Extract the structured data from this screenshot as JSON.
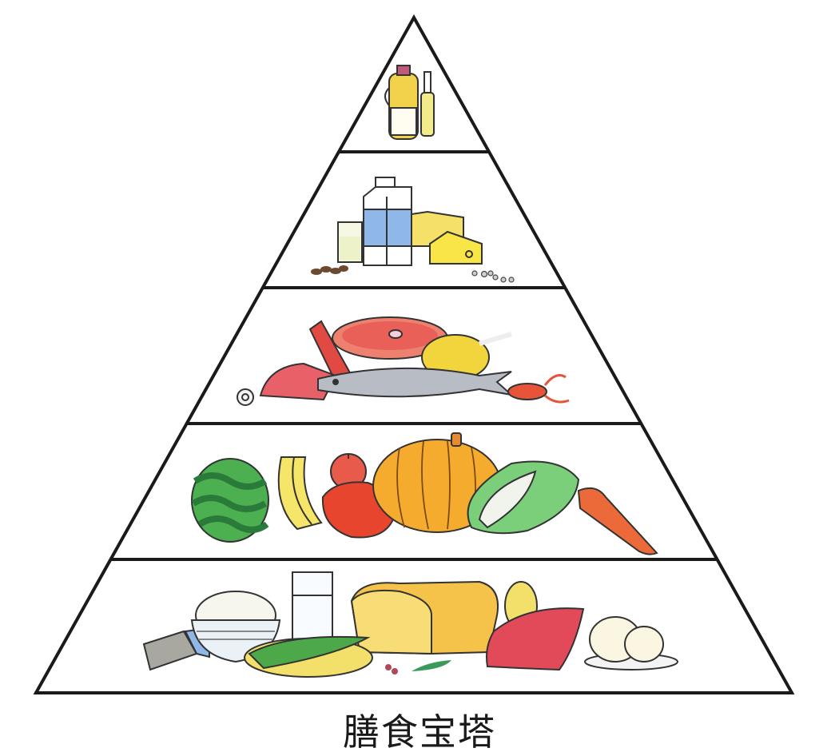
{
  "title": "膳食宝塔",
  "pyramid": {
    "apex": [
      518,
      22
    ],
    "base_left": [
      45,
      867
    ],
    "base_right": [
      991,
      867
    ],
    "tier_lines_y": [
      190,
      360,
      530,
      700
    ],
    "tiers": [
      {
        "level": 1,
        "name": "oils",
        "items": [
          "oil-jug",
          "oil-bottle"
        ]
      },
      {
        "level": 2,
        "name": "dairy-and-nuts",
        "items": [
          "glass-of-milk",
          "milk-carton",
          "cheese-block",
          "cheese-wedge",
          "nuts",
          "beans"
        ]
      },
      {
        "level": 3,
        "name": "meat-fish-poultry",
        "items": [
          "steak",
          "chicken",
          "sausage",
          "ham",
          "fish",
          "crayfish",
          "mushroom"
        ]
      },
      {
        "level": 4,
        "name": "fruits-and-vegetables",
        "items": [
          "watermelon",
          "bananas",
          "apple",
          "bell-pepper",
          "pumpkin",
          "chinese-cabbage",
          "carrot"
        ]
      },
      {
        "level": 5,
        "name": "grains-and-staples",
        "items": [
          "rice-bowl",
          "glass-of-water",
          "bread-loaf",
          "corn",
          "sweet-potato",
          "potato",
          "steamed-buns",
          "noodles"
        ]
      }
    ]
  },
  "colors": {
    "outline": "#1a1a1a",
    "oil": "#f2d24a",
    "milk_blue": "#8fb8e8",
    "cheese": "#f5e06a",
    "meat": "#e8585a",
    "chicken": "#f2d53c",
    "fish": "#b8bcc4",
    "watermelon": "#3aa84e",
    "banana": "#f5e66a",
    "pepper": "#e8452e",
    "pumpkin": "#f5ac2e",
    "cabbage": "#7ccf7a",
    "carrot": "#ec6a3a",
    "bread": "#f5c24a",
    "corn_husk": "#4da84a",
    "sweet_potato": "#e24a5a"
  }
}
